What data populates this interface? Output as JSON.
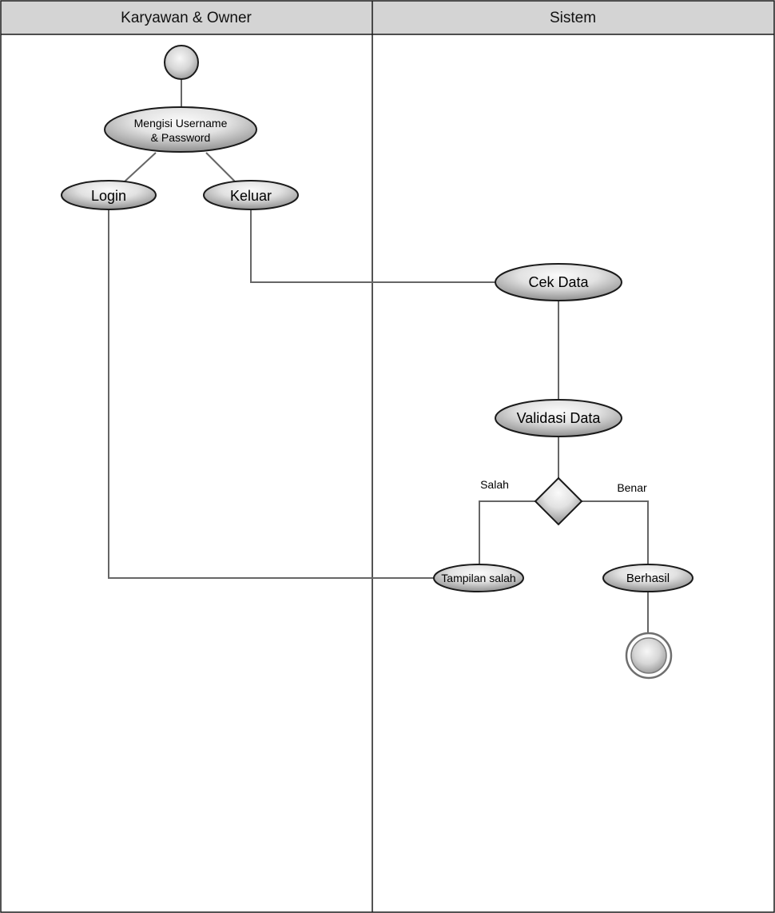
{
  "swimlanes": [
    {
      "title": "Karyawan & Owner"
    },
    {
      "title": "Sistem"
    }
  ],
  "nodes": {
    "start": {
      "kind": "initial"
    },
    "mengisi": {
      "kind": "activity",
      "line1": "Mengisi Username",
      "line2": "& Password"
    },
    "login": {
      "kind": "activity",
      "label": "Login"
    },
    "keluar": {
      "kind": "activity",
      "label": "Keluar"
    },
    "cek_data": {
      "kind": "activity",
      "label": "Cek Data"
    },
    "validasi_data": {
      "kind": "activity",
      "label": "Validasi Data"
    },
    "decision": {
      "kind": "decision"
    },
    "tampilan_salah": {
      "kind": "activity",
      "label": "Tampilan salah"
    },
    "berhasil": {
      "kind": "activity",
      "label": "Berhasil"
    },
    "end": {
      "kind": "final"
    }
  },
  "edges": [
    {
      "from": "start",
      "to": "mengisi"
    },
    {
      "from": "mengisi",
      "to": "login"
    },
    {
      "from": "mengisi",
      "to": "keluar"
    },
    {
      "from": "keluar",
      "to": "cek_data"
    },
    {
      "from": "cek_data",
      "to": "validasi_data"
    },
    {
      "from": "validasi_data",
      "to": "decision"
    },
    {
      "from": "decision",
      "to": "tampilan_salah",
      "label": "Salah"
    },
    {
      "from": "decision",
      "to": "berhasil",
      "label": "Benar"
    },
    {
      "from": "tampilan_salah",
      "to": "login"
    },
    {
      "from": "berhasil",
      "to": "end"
    }
  ],
  "colors": {
    "border": "#1a1a1a",
    "header_fill": "#d4d4d4",
    "line": "#666666",
    "node_light": "#fafafa",
    "node_dark": "#8c8c8c"
  }
}
